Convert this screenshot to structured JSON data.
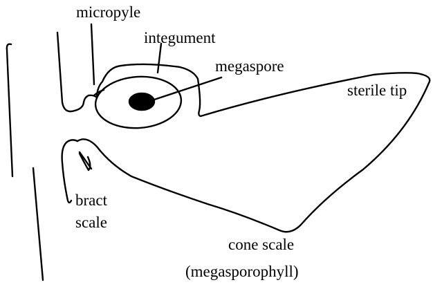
{
  "labels": {
    "micropyle": "micropyle",
    "integument": "integument",
    "megaspore": "megaspore",
    "sterile_tip": "sterile tip",
    "bract_line1": "bract",
    "bract_line2": "scale",
    "cone_scale": "cone scale",
    "megasporophyll": "(megasporophyll)"
  },
  "colors": {
    "ink": "#000000",
    "background": "#ffffff"
  }
}
